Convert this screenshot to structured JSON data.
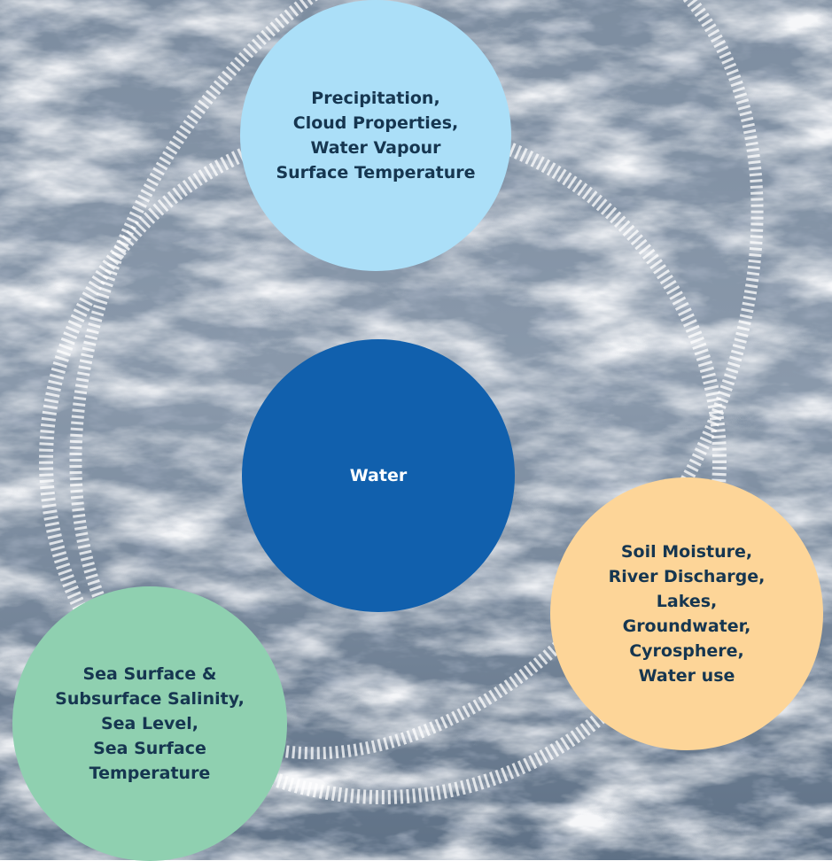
{
  "diagram": {
    "center": {
      "label": "Water",
      "color": "#1160ad",
      "text_color": "#ffffff"
    },
    "nodes": [
      {
        "id": "top",
        "label": "Precipitation,\nCloud Properties,\nWater Vapour\nSurface Temperature",
        "color": "#abdff8",
        "text_color": "#163650"
      },
      {
        "id": "right",
        "label": "Soil Moisture,\nRiver Discharge,\nLakes,\nGroundwater,\nCyrosphere,\nWater use",
        "color": "#fdd598",
        "text_color": "#163650"
      },
      {
        "id": "left",
        "label": "Sea Surface &\nSubsurface Salinity,\nSea Level,\nSea Surface\nTemperature",
        "color": "#8fd0b0",
        "text_color": "#163650"
      }
    ],
    "background": {
      "sky_color": "#6f8194",
      "cloud_color": "#e4e8ee"
    }
  }
}
